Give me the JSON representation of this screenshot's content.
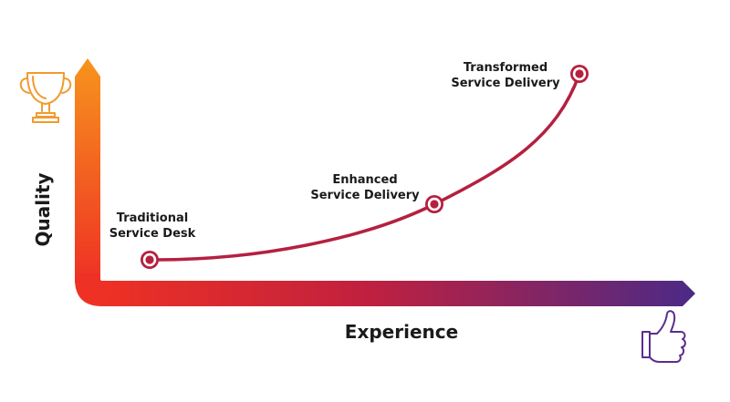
{
  "diagram": {
    "y_axis_label": "Quality",
    "x_axis_label": "Experience",
    "stages": [
      {
        "line1": "Traditional",
        "line2": "Service Desk"
      },
      {
        "line1": "Enhanced",
        "line2": "Service Delivery"
      },
      {
        "line1": "Transformed",
        "line2": "Service Delivery"
      }
    ],
    "icons": [
      "trophy-icon",
      "thumbs-up-icon"
    ],
    "colors": {
      "axis_start": "#f7941d",
      "axis_corner": "#ee3124",
      "axis_mid": "#c0203f",
      "axis_end": "#4b2a86",
      "curve": "#b5203f",
      "trophy": "#f29a2e",
      "thumb": "#5b2d8e",
      "text": "#1a1a1a"
    }
  }
}
